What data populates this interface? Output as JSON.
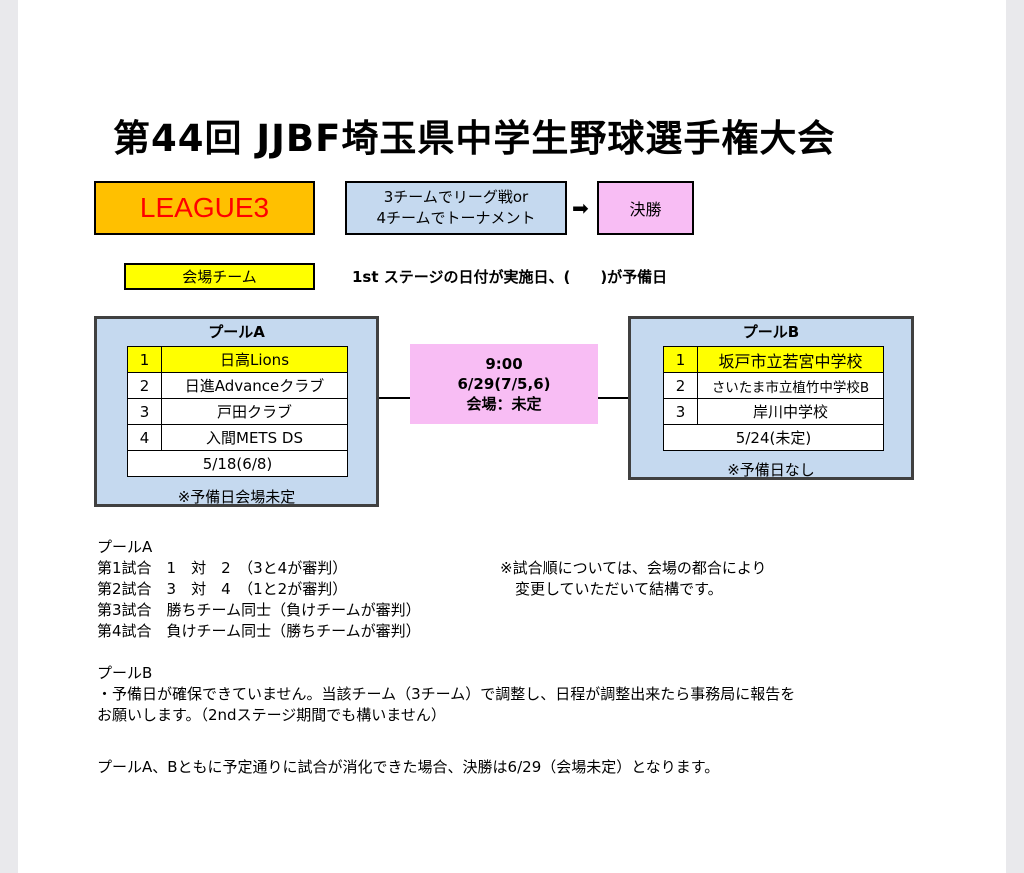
{
  "title": "第44回 JJBF埼玉県中学生野球選手権大会",
  "league": "LEAGUE3",
  "format": [
    "3チームでリーグ戦or",
    "4チームでトーナメント"
  ],
  "arrow": "➡",
  "final": "決勝",
  "venue_legend": "会場チーム",
  "stage_note": "1st ステージの日付が実施日、(　　)が予備日",
  "colors": {
    "league_bg": "#ffc000",
    "league_text": "#ff0000",
    "pool_bg": "#c5d9ef",
    "final_bg": "#f8bdf4",
    "host_bg": "#ffff00"
  },
  "poolA": {
    "title": "プールA",
    "teams": [
      {
        "num": "1",
        "name": "日高Lions"
      },
      {
        "num": "2",
        "name": "日進Advanceクラブ"
      },
      {
        "num": "3",
        "name": "戸田クラブ"
      },
      {
        "num": "4",
        "name": "入間METS DS"
      }
    ],
    "date": "5/18(6/8)",
    "note": "※予備日会場未定"
  },
  "poolB": {
    "title": "プールB",
    "teams": [
      {
        "num": "1",
        "name": "坂戸市立若宮中学校"
      },
      {
        "num": "2",
        "name": "さいたま市立植竹中学校B"
      },
      {
        "num": "3",
        "name": "岸川中学校"
      }
    ],
    "date": "5/24(未定)",
    "note": "※予備日なし"
  },
  "final_match": {
    "time": "9:00",
    "date": "6/29(7/5,6)",
    "venue": "会場：未定"
  },
  "schedule_a": {
    "heading": "プールA",
    "lines": [
      "第1試合　1　対　2　（3と4が審判）",
      "第2試合　3　対　4　（1と2が審判）",
      "第3試合　勝ちチーム同士（負けチームが審判）",
      "第4試合　負けチーム同士（勝ちチームが審判）"
    ]
  },
  "order_note": [
    "※試合順については、会場の都合により",
    "　変更していただいて結構です。"
  ],
  "poolB_note": {
    "heading": "プールB",
    "lines": [
      "・予備日が確保できていません。当該チーム（3チーム）で調整し、日程が調整出来たら事務局に報告を",
      "お願いします。（2ndステージ期間でも構いません）"
    ]
  },
  "final_note": "プールA、Bともに予定通りに試合が消化できた場合、決勝は6/29（会場未定）となります。"
}
